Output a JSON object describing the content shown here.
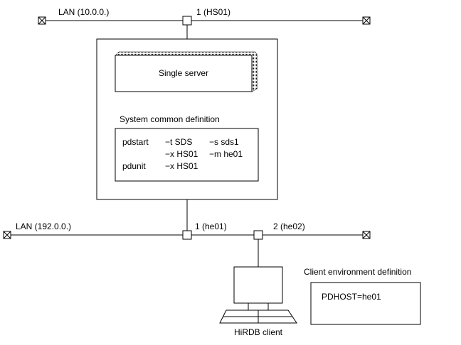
{
  "lan_top": {
    "label": "LAN (10.0.0.)",
    "port_label": "1 (HS01)"
  },
  "lan_bottom": {
    "label": "LAN (192.0.0.)",
    "port1_label": "1 (he01)",
    "port2_label": "2 (he02)"
  },
  "server": {
    "title": "Single server",
    "section_label": "System common definition",
    "definition_lines": [
      [
        "pdstart",
        "−t SDS",
        "−s sds1"
      ],
      [
        "",
        "−x HS01",
        "−m he01"
      ],
      [
        "pdunit",
        "−x HS01",
        ""
      ]
    ]
  },
  "client": {
    "label": "HiRDB client",
    "env_label": "Client environment definition",
    "env_value": "PDHOST=he01"
  }
}
